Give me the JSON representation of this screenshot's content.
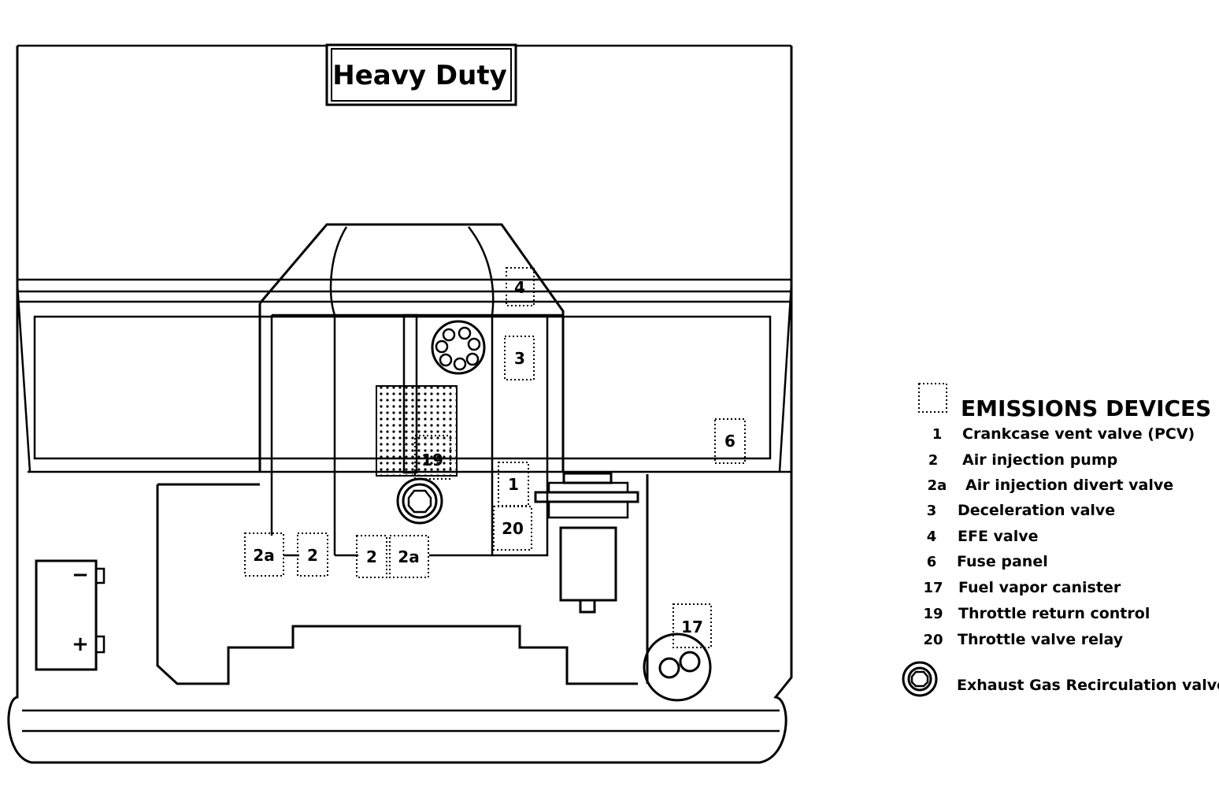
{
  "title": "Heavy Duty",
  "labels": {
    "l4": "4",
    "l3": "3",
    "l19": "19",
    "l1": "1",
    "l20": "20",
    "l6": "6",
    "l2a_left": "2a",
    "l2_left": "2",
    "l2_right": "2",
    "l2a_right": "2a",
    "l17": "17"
  },
  "battery": {
    "minus": "−",
    "plus": "+"
  },
  "legend": {
    "heading": "EMISSIONS DEVICES",
    "items": [
      {
        "num": "1",
        "text": "Crankcase vent valve (PCV)"
      },
      {
        "num": "2",
        "text": "Air injection pump"
      },
      {
        "num": "2a",
        "text": "Air injection divert valve"
      },
      {
        "num": "3",
        "text": "Deceleration valve"
      },
      {
        "num": "4",
        "text": "EFE  valve"
      },
      {
        "num": "6",
        "text": "Fuse panel"
      },
      {
        "num": "17",
        "text": "Fuel vapor canister"
      },
      {
        "num": "19",
        "text": "Throttle return control"
      },
      {
        "num": "20",
        "text": "Throttle valve relay"
      }
    ],
    "egr": "Exhaust Gas Recirculation valve"
  },
  "colors": {
    "ink": "#000000",
    "paper": "#ffffff"
  }
}
